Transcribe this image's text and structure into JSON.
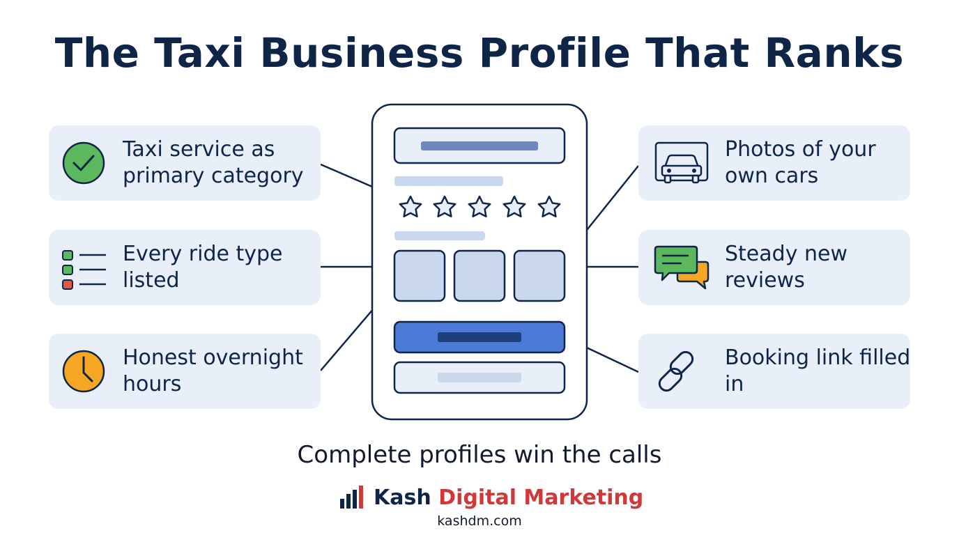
{
  "title": "The Taxi Business Profile That Ranks",
  "left_items": [
    {
      "label": "Taxi service as primary category",
      "icon": "check-circle-icon"
    },
    {
      "label": "Every ride type listed",
      "icon": "checklist-icon"
    },
    {
      "label": "Honest overnight hours",
      "icon": "clock-icon"
    }
  ],
  "right_items": [
    {
      "label": "Photos of your own cars",
      "icon": "car-photo-icon"
    },
    {
      "label": "Steady new reviews",
      "icon": "chat-bubbles-icon"
    },
    {
      "label": "Booking link filled in",
      "icon": "link-icon"
    }
  ],
  "tagline": "Complete profiles win the calls",
  "brand": {
    "name_primary": "Kash",
    "name_accent": "Digital Marketing",
    "site": "kashdm.com"
  },
  "colors": {
    "title": "#0f2548",
    "card_bg": "#e8eff9",
    "phone_outline": "#0f2548",
    "phone_block": "#c9d8ee",
    "button_blue": "#4a7ad6",
    "check_green": "#5cb85c",
    "clock_orange": "#f5a623",
    "brand_red": "#d13838"
  }
}
